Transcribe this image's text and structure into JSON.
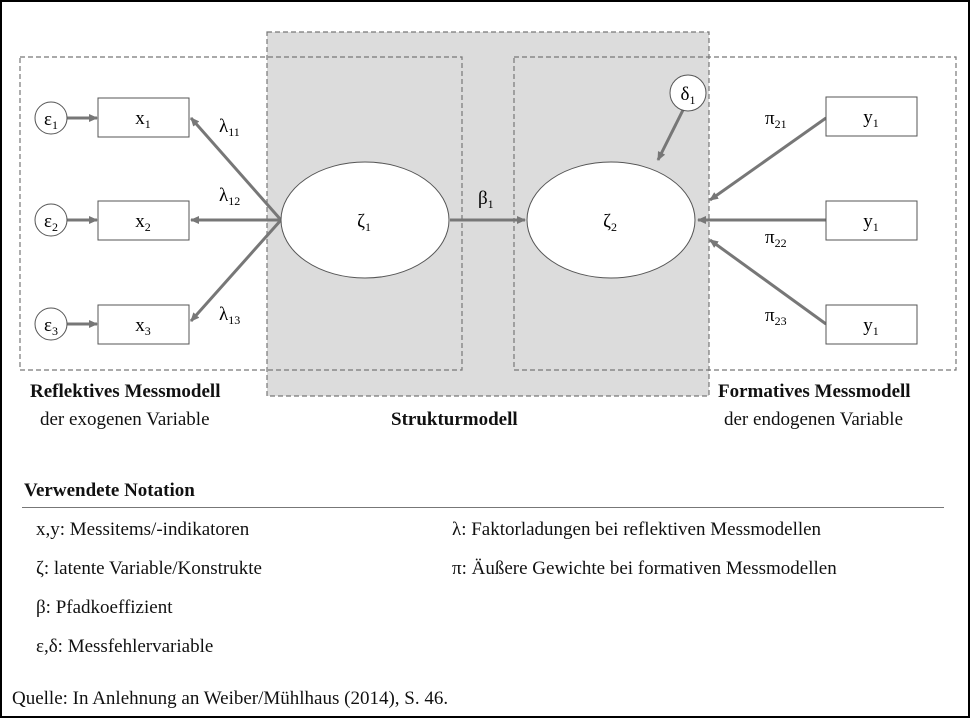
{
  "sections": {
    "reflective": {
      "title": "Reflektives Messmodell",
      "subtitle": "der exogenen Variable"
    },
    "structural": {
      "title": "Strukturmodell"
    },
    "formative": {
      "title": "Formatives Messmodell",
      "subtitle": "der endogenen Variable"
    }
  },
  "nodes": {
    "eps1": {
      "sym": "ε",
      "sub": "1"
    },
    "eps2": {
      "sym": "ε",
      "sub": "2"
    },
    "eps3": {
      "sym": "ε",
      "sub": "3"
    },
    "x1": {
      "sym": "x",
      "sub": "1"
    },
    "x2": {
      "sym": "x",
      "sub": "2"
    },
    "x3": {
      "sym": "x",
      "sub": "3"
    },
    "zeta1": {
      "sym": "ζ",
      "sub": "1"
    },
    "zeta2": {
      "sym": "ζ",
      "sub": "2"
    },
    "delta1": {
      "sym": "δ",
      "sub": "1"
    },
    "y1a": {
      "sym": "y",
      "sub": "1"
    },
    "y1b": {
      "sym": "y",
      "sub": "1"
    },
    "y1c": {
      "sym": "y",
      "sub": "1"
    }
  },
  "paths": {
    "lambda11": {
      "sym": "λ",
      "sub": "11"
    },
    "lambda12": {
      "sym": "λ",
      "sub": "12"
    },
    "lambda13": {
      "sym": "λ",
      "sub": "13"
    },
    "beta1": {
      "sym": "β",
      "sub": "1"
    },
    "pi21": {
      "sym": "π",
      "sub": "21"
    },
    "pi22": {
      "sym": "π",
      "sub": "22"
    },
    "pi23": {
      "sym": "π",
      "sub": "23"
    }
  },
  "notation": {
    "title": "Verwendete Notation",
    "left": [
      "x,y: Messitems/-indikatoren",
      "ζ: latente Variable/Konstrukte",
      "β: Pfadkoeffizient",
      "ε,δ: Messfehlervariable"
    ],
    "right": [
      "λ: Faktorladungen bei reflektiven Messmodellen",
      "π: Äußere Gewichte bei formativen Messmodellen"
    ]
  },
  "source": "Quelle: In Anlehnung an Weiber/Mühlhaus (2014), S. 46.",
  "colors": {
    "arrow": "#777777",
    "shade": "#dcdcdc",
    "dash": "#777777",
    "stroke": "#555555"
  }
}
